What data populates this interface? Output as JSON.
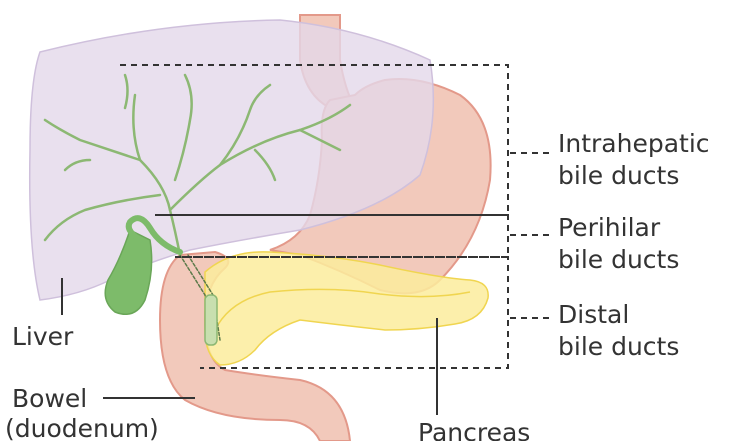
{
  "labels": {
    "liver": "Liver",
    "bowel": "Bowel",
    "bowel_sub": "(duodenum)",
    "pancreas": "Pancreas",
    "intrahepatic_1": "Intrahepatic",
    "intrahepatic_2": "bile ducts",
    "perihilar_1": "Perihilar",
    "perihilar_2": "bile ducts",
    "distal_1": "Distal",
    "distal_2": "bile ducts"
  },
  "colors": {
    "liver_fill": "#e3d8ea",
    "liver_stroke": "#cfc0dc",
    "stomach_fill": "#f2c9bb",
    "stomach_stroke": "#e3998a",
    "pancreas_fill": "#fbec9c",
    "pancreas_stroke": "#f0d550",
    "bile_duct": "#8cb873",
    "gallbladder": "#7dbb6a",
    "dashed_line": "#333333",
    "label_text": "#333333"
  }
}
